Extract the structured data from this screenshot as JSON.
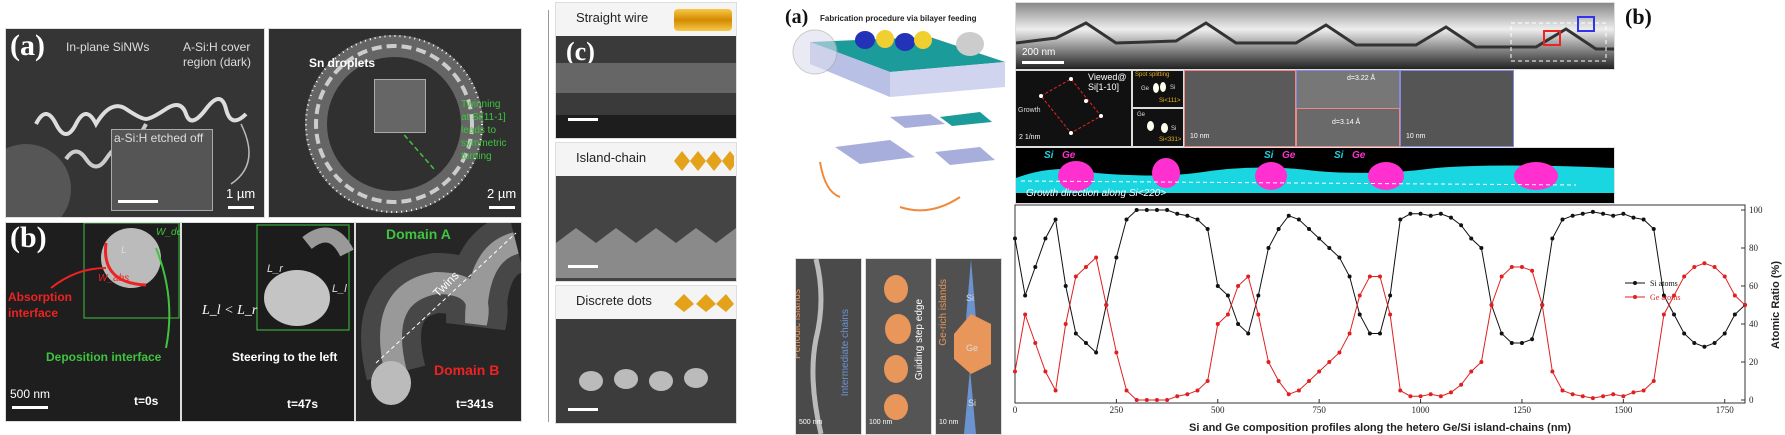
{
  "left_figure": {
    "panel_a": {
      "label": "(a)",
      "left": {
        "annot1": "In-plane SiNWs",
        "annot2": "A-Si:H cover",
        "annot2b": "region (dark)",
        "inset": "a-Si:H etched off",
        "scale": "1 µm"
      },
      "right": {
        "annot1": "Sn droplets",
        "twin1": "Twinning",
        "twin2": "at Si[11-1]",
        "twin3": "leads to",
        "twin4": "symmetric",
        "twin5": "turning",
        "scale": "2 µm"
      }
    },
    "panel_b": {
      "label": "(b)",
      "f1": {
        "absorption1": "Absorption",
        "absorption2": "interface",
        "w_abs": "W_abs",
        "w_dep": "W_dep",
        "l": "L",
        "deposition": "Deposition interface",
        "scale": "500 nm",
        "time": "t=0s"
      },
      "f2": {
        "ineq": "L_l < L_r",
        "lr": "L_r",
        "ll": "L_l",
        "steer": "Steering to the left",
        "time": "t=47s"
      },
      "f3": {
        "domainA": "Domain A",
        "twins": "Twins",
        "domainB": "Domain B",
        "time": "t=341s"
      }
    },
    "panel_c": {
      "label": "(c)",
      "tiles": [
        {
          "title": "Straight wire"
        },
        {
          "title": "Island-chain"
        },
        {
          "title": "Discrete dots"
        }
      ]
    }
  },
  "right_figure": {
    "panel_a": {
      "label": "(a)",
      "title": "Fabrication procedure via bilayer feeding",
      "sem": {
        "periodic": "Periodic islands",
        "intermediate": "Intermediate chains",
        "guiding": "Guiding step edge",
        "ge_rich": "Ge-rich islands",
        "si": "Si",
        "ge": "Ge",
        "scale1": "500 nm",
        "scale2": "100 nm",
        "scale3": "10 nm"
      }
    },
    "panel_b": {
      "label": "(b)",
      "tem_scale": "200 nm",
      "saed": {
        "growth": "Growth",
        "viewed": "Viewed@ Si[1-10]",
        "scale": "2 1/nm",
        "spot": "Spot splitting",
        "si111": "Si<111>",
        "si331": "Si<331>",
        "si": "Si",
        "ge": "Ge"
      },
      "hrtem": {
        "scale1": "10 nm",
        "scale2": "10 nm",
        "d1": "d=3.22 Å",
        "d2": "d=3.14 Å"
      },
      "eds": {
        "si": "Si",
        "ge": "Ge",
        "growth": "Growth direction along Si<220>"
      }
    }
  },
  "colors": {
    "si": "#111111",
    "ge": "#e02020",
    "cyan": "#19d6e0",
    "magenta": "#ff2fd0",
    "orange": "#e8965a",
    "blue": "#6b93cf"
  },
  "chart_data": {
    "type": "line",
    "title": "",
    "xlabel": "Si and Ge composition profiles along the hetero Ge/Si island-chains  (nm)",
    "ylabel": "Atomic Ratio (%)",
    "xlim": [
      0,
      1800
    ],
    "ylim": [
      0,
      100
    ],
    "xticks": [
      "0",
      "250",
      "500",
      "750",
      "1000",
      "1250",
      "1500",
      "1750"
    ],
    "yticks": [
      "0",
      "20",
      "40",
      "60",
      "80",
      "100"
    ],
    "legend_position": "center-right",
    "x_start": 0,
    "x_step": 25,
    "series": [
      {
        "name": "Si atoms",
        "color": "#111111",
        "values": [
          85,
          55,
          70,
          85,
          95,
          60,
          35,
          30,
          25,
          50,
          75,
          95,
          100,
          100,
          100,
          100,
          98,
          97,
          95,
          90,
          60,
          55,
          40,
          35,
          55,
          80,
          90,
          97,
          95,
          90,
          85,
          80,
          75,
          65,
          45,
          35,
          35,
          55,
          95,
          98,
          98,
          97,
          98,
          96,
          92,
          85,
          80,
          50,
          35,
          30,
          30,
          32,
          50,
          85,
          95,
          97,
          98,
          99,
          98,
          97,
          98,
          96,
          95,
          90,
          55,
          45,
          35,
          30,
          28,
          30,
          35,
          45,
          50
        ]
      },
      {
        "name": "Ge atoms",
        "color": "#e02020",
        "values": [
          15,
          45,
          30,
          15,
          5,
          40,
          65,
          70,
          75,
          50,
          25,
          5,
          0,
          0,
          0,
          0,
          2,
          3,
          5,
          10,
          40,
          45,
          60,
          65,
          45,
          20,
          10,
          3,
          5,
          10,
          15,
          20,
          25,
          35,
          55,
          65,
          65,
          45,
          5,
          2,
          2,
          3,
          2,
          4,
          8,
          15,
          20,
          50,
          65,
          70,
          70,
          68,
          50,
          15,
          5,
          3,
          2,
          1,
          2,
          3,
          2,
          4,
          5,
          10,
          45,
          55,
          65,
          70,
          72,
          70,
          65,
          55,
          50
        ]
      }
    ]
  }
}
